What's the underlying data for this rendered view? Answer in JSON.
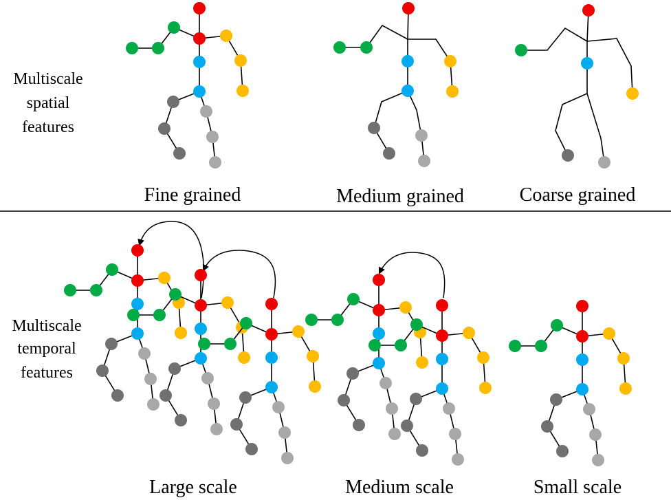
{
  "labels": {
    "spatial_lines": [
      "Multiscale",
      "spatial",
      "features"
    ],
    "temporal_lines": [
      "Multiscale",
      "temporal",
      "features"
    ],
    "spatial_captions": [
      "Fine grained",
      "Medium grained",
      "Coarse grained"
    ],
    "temporal_captions": [
      "Large scale",
      "Medium scale",
      "Small scale"
    ]
  },
  "colors": {
    "head_torso": "#ee0000",
    "left_arm": "#00aa44",
    "right_arm": "#ffbb00",
    "spine": "#00aaee",
    "left_leg": "#707070",
    "right_leg": "#a8a8a8",
    "bone": "#000000"
  }
}
